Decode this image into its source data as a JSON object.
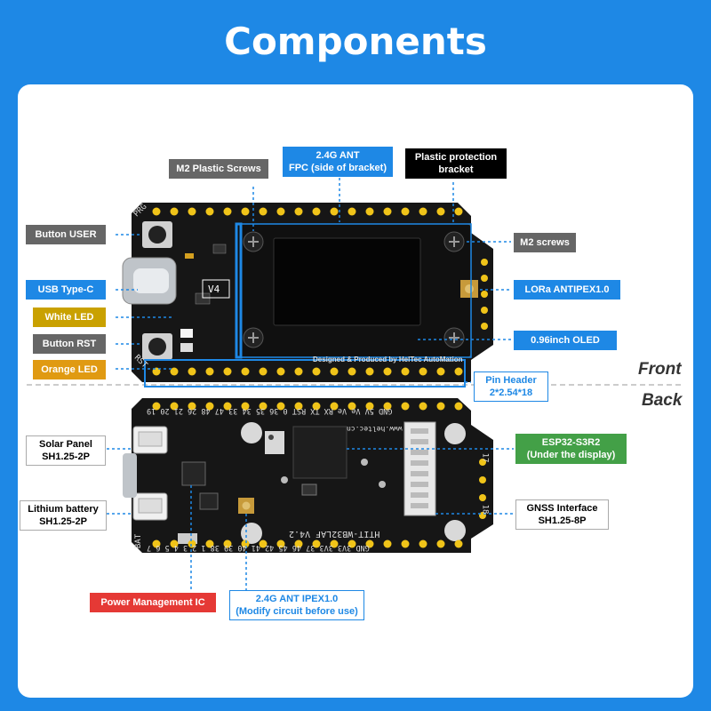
{
  "title": "Components",
  "sides": {
    "front": "Front",
    "back": "Back"
  },
  "labels": {
    "m2_plastic_screws": "M2 Plastic Screws",
    "ant_fpc_line1": "2.4G ANT",
    "ant_fpc_line2": "FPC (side of bracket)",
    "plastic_bracket_line1": "Plastic protection",
    "plastic_bracket_line2": "bracket",
    "button_user": "Button USER",
    "m2_screws": "M2 screws",
    "usb_type_c": "USB Type-C",
    "lora_antipex": "LORa ANTIPEX1.0",
    "white_led": "White LED",
    "button_rst": "Button RST",
    "oled": "0.96inch OLED",
    "orange_led": "Orange LED",
    "pin_header_line1": "Pin Header",
    "pin_header_line2": "2*2.54*18",
    "solar_line1": "Solar Panel",
    "solar_line2": "SH1.25-2P",
    "esp32_line1": "ESP32-S3R2",
    "esp32_line2": "(Under the display)",
    "battery_line1": "Lithium battery",
    "battery_line2": "SH1.25-2P",
    "gnss_line1": "GNSS Interface",
    "gnss_line2": "SH1.25-8P",
    "pmic": "Power Management IC",
    "ant_ipex_line1": "2.4G ANT IPEX1.0",
    "ant_ipex_line2": "(Modify circuit before use)"
  },
  "silk": {
    "prg": "PRG",
    "v4": "V4",
    "rst": "RST",
    "designed": "Designed & Produced by HelTec AutoMation",
    "front_pins": "GND 5V Ve Ve RX TX RST 0 36 35 34 33 47 48 26 21 20 19",
    "website": "www.heltec.cn",
    "model": "HTIT-WB32LAF V4.2",
    "back_pins": "GND 3V3 3V3 37 46 45 42 41 40 39 38 1 2 3 4 5 6 7",
    "bat": "BAT",
    "pin17": "17",
    "pin18": "18"
  },
  "colors": {
    "brand_blue": "#1e88e5",
    "pcb": "#161616",
    "pad": "#f0c419",
    "arrow": "#1e88e5"
  }
}
